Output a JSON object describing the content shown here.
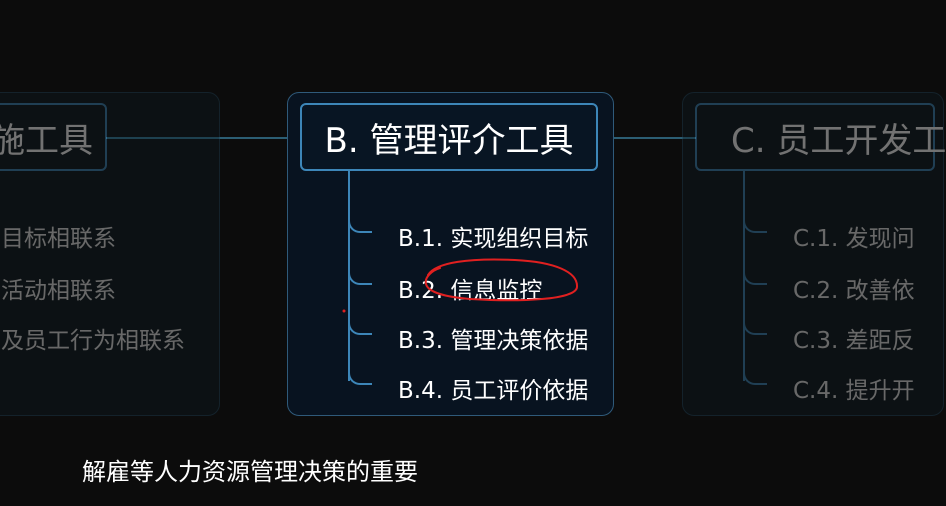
{
  "left_card": {
    "title": "施工具",
    "items": [
      "目标相联系",
      "活动相联系",
      "及员工行为相联系"
    ]
  },
  "center_card": {
    "title": "B. 管理评介工具",
    "items": [
      "B.1. 实现组织目标",
      "B.2. 信息监控",
      "B.3. 管理决策依据",
      "B.4. 员工评价依据"
    ]
  },
  "right_card": {
    "title": "C. 员工开发工",
    "items": [
      "C.1. 发现问",
      "C.2. 改善依",
      "C.3. 差距反",
      "C.4. 提升开"
    ]
  },
  "caption": "解雇等人力资源管理决策的重要",
  "colors": {
    "background": "#0c0c0c",
    "accent": "#3d86b8",
    "panel_border": "#1f4257",
    "annotation": "#e02020"
  }
}
